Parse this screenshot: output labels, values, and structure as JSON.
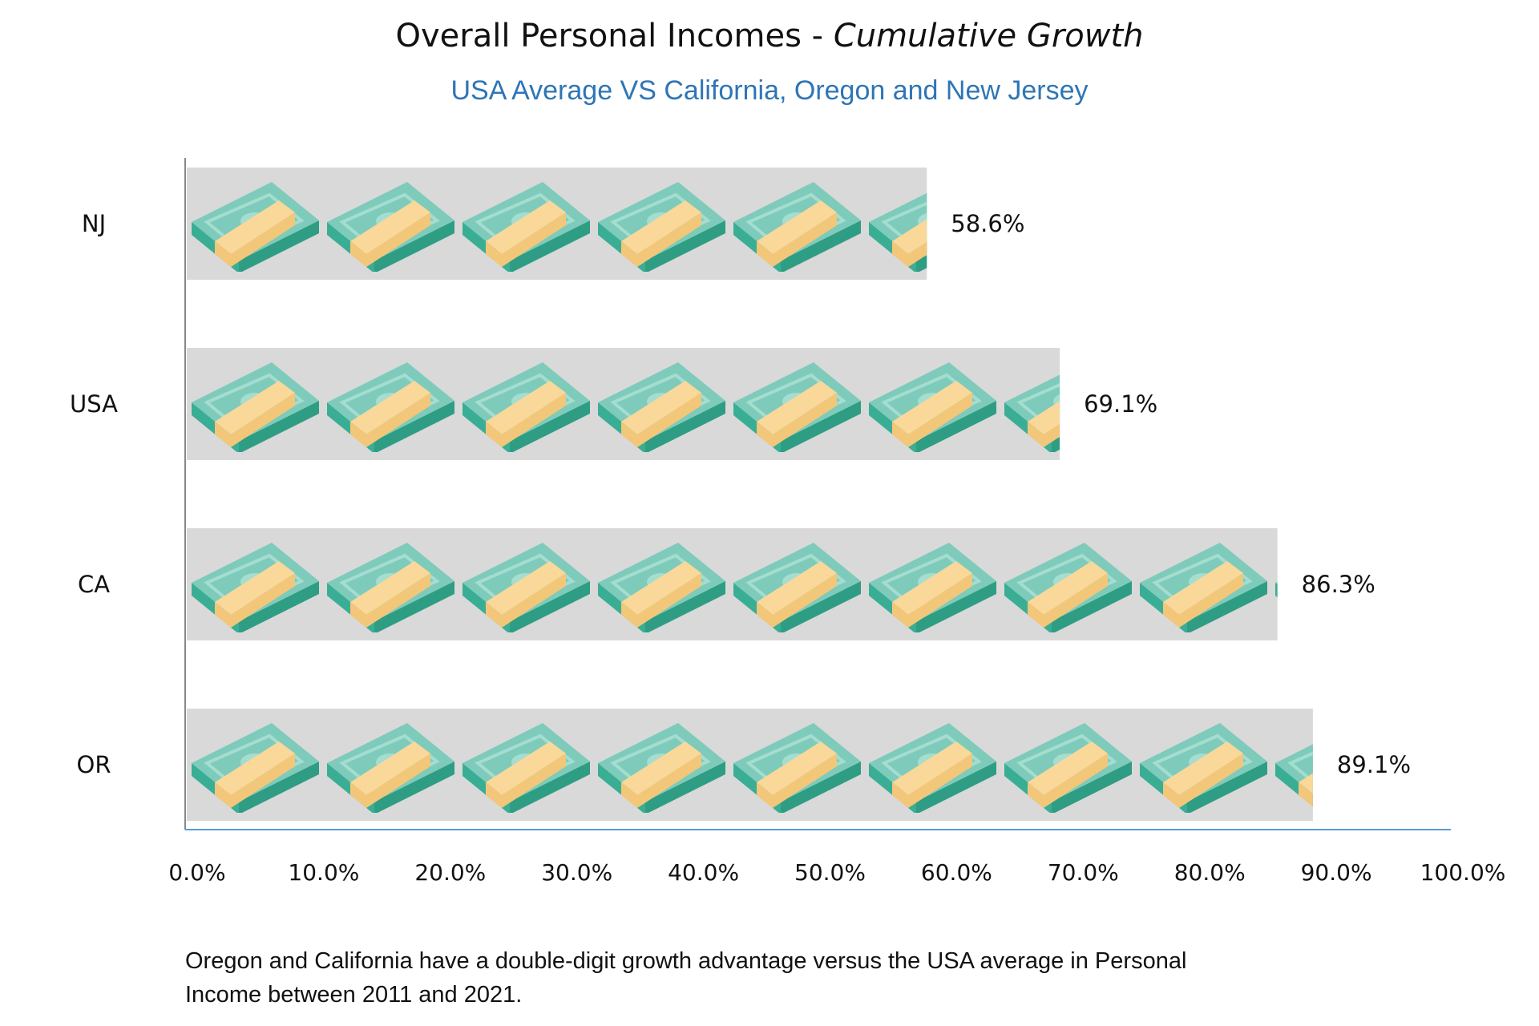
{
  "chart_data": {
    "type": "bar",
    "orientation": "horizontal",
    "title": "Overall Personal Incomes - ",
    "title_emphasis": "Cumulative Growth",
    "subtitle": "USA Average VS California, Oregon and New Jersey",
    "categories": [
      "NJ",
      "USA",
      "CA",
      "OR"
    ],
    "values": [
      58.6,
      69.1,
      86.3,
      89.1
    ],
    "value_labels": [
      "58.6%",
      "69.1%",
      "86.3%",
      "89.1%"
    ],
    "xlim": [
      0,
      100
    ],
    "x_ticks": [
      0,
      10,
      20,
      30,
      40,
      50,
      60,
      70,
      80,
      90,
      100
    ],
    "x_tick_labels": [
      "0.0%",
      "10.0%",
      "20.0%",
      "30.0%",
      "40.0%",
      "50.0%",
      "60.0%",
      "70.0%",
      "80.0%",
      "90.0%",
      "100.0%"
    ],
    "xlabel": "",
    "ylabel": "",
    "grid": false,
    "legend": "none",
    "bar_style": "pictograph-money-stacks",
    "colors": {
      "bar_background": "#d9d9d9",
      "money_top": "#7ecbbb",
      "money_side": "#3aae94",
      "money_dark": "#2e9d83",
      "money_band": "#f9d89a",
      "money_band_side": "#f2c77a",
      "subtitle": "#2e75b6",
      "x_axis": "#5b9bd5",
      "y_axis": "#888888"
    }
  },
  "footnote": "Oregon and California have a double-digit growth advantage versus the USA average in Personal Income between 2011 and 2021."
}
